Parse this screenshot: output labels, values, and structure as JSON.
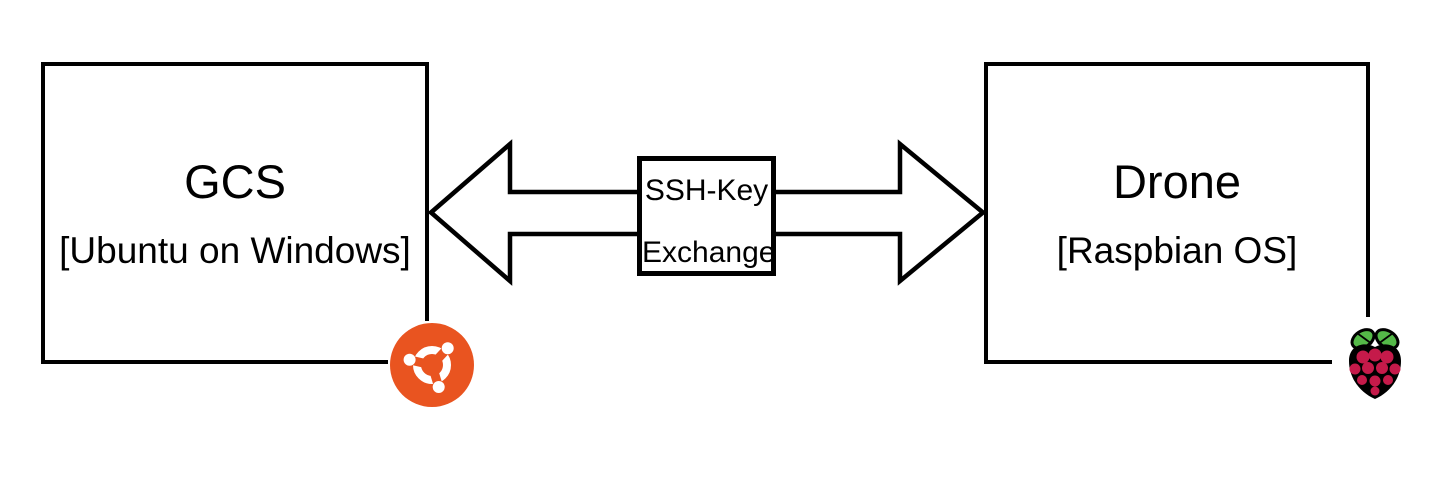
{
  "diagram": {
    "left_node": {
      "title": "GCS",
      "subtitle": "[Ubuntu on Windows]",
      "logo": "ubuntu-logo",
      "logo_color": "#E95420"
    },
    "right_node": {
      "title": "Drone",
      "subtitle": "[Raspbian OS]",
      "logo": "raspberry-pi-logo",
      "berry_color": "#C51A4A",
      "leaf_color": "#54B948"
    },
    "connector": {
      "type": "double-arrow",
      "label_line1": "SSH-Key",
      "label_line2": "Exchange"
    },
    "colors": {
      "stroke": "#000000",
      "background": "#ffffff"
    }
  }
}
